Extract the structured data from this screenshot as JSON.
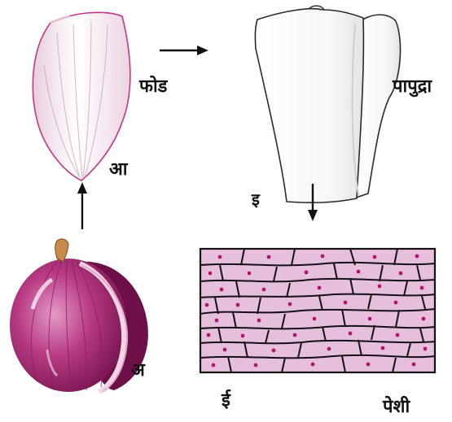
{
  "labels": {
    "peel": "फोड",
    "membrane": "पापुद्रा",
    "stage_aa": "आ",
    "stage_i": "इ",
    "stage_a": "अ",
    "stage_ii": "ई",
    "cells": "पेशी"
  },
  "colors": {
    "onion": "#a8246c",
    "onion_light": "#d677b4",
    "peel_edge": "#c2378a",
    "cell_fill": "#e6bfdc",
    "cell_wall": "#151015",
    "nucleus": "#b0186c",
    "membrane_fill": "#ffffff",
    "outline": "#2a2a2a"
  },
  "icons": [
    "arrow-right-icon",
    "arrow-up-icon",
    "arrow-down-icon",
    "onion-bulb-icon"
  ]
}
